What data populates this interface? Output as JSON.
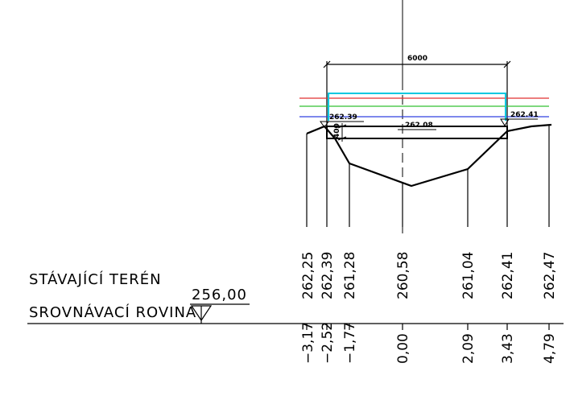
{
  "labels": {
    "existing_terrain": "STÁVAJÍCÍ TERÉN",
    "reference_plane": "SROVNÁVACÍ ROVINA",
    "reference_elevation": "256,00"
  },
  "dimensions": {
    "width": "6000",
    "depth": "400"
  },
  "spot_elevations": {
    "left": "262.39",
    "center": "262.08",
    "right": "262.41"
  },
  "stations": [
    {
      "elevation": "262,25",
      "offset": "−3,17"
    },
    {
      "elevation": "262,39",
      "offset": "−2,52"
    },
    {
      "elevation": "261,28",
      "offset": "−1,77"
    },
    {
      "elevation": "260,58",
      "offset": "0,00"
    },
    {
      "elevation": "261,04",
      "offset": "2,09"
    },
    {
      "elevation": "262,41",
      "offset": "3,43"
    },
    {
      "elevation": "262,47",
      "offset": "4,79"
    }
  ],
  "colors": {
    "line_red": "#e03030",
    "line_green": "#30c030",
    "line_blue": "#3040e0",
    "line_cyan": "#00c8e0",
    "ink": "#000000"
  }
}
